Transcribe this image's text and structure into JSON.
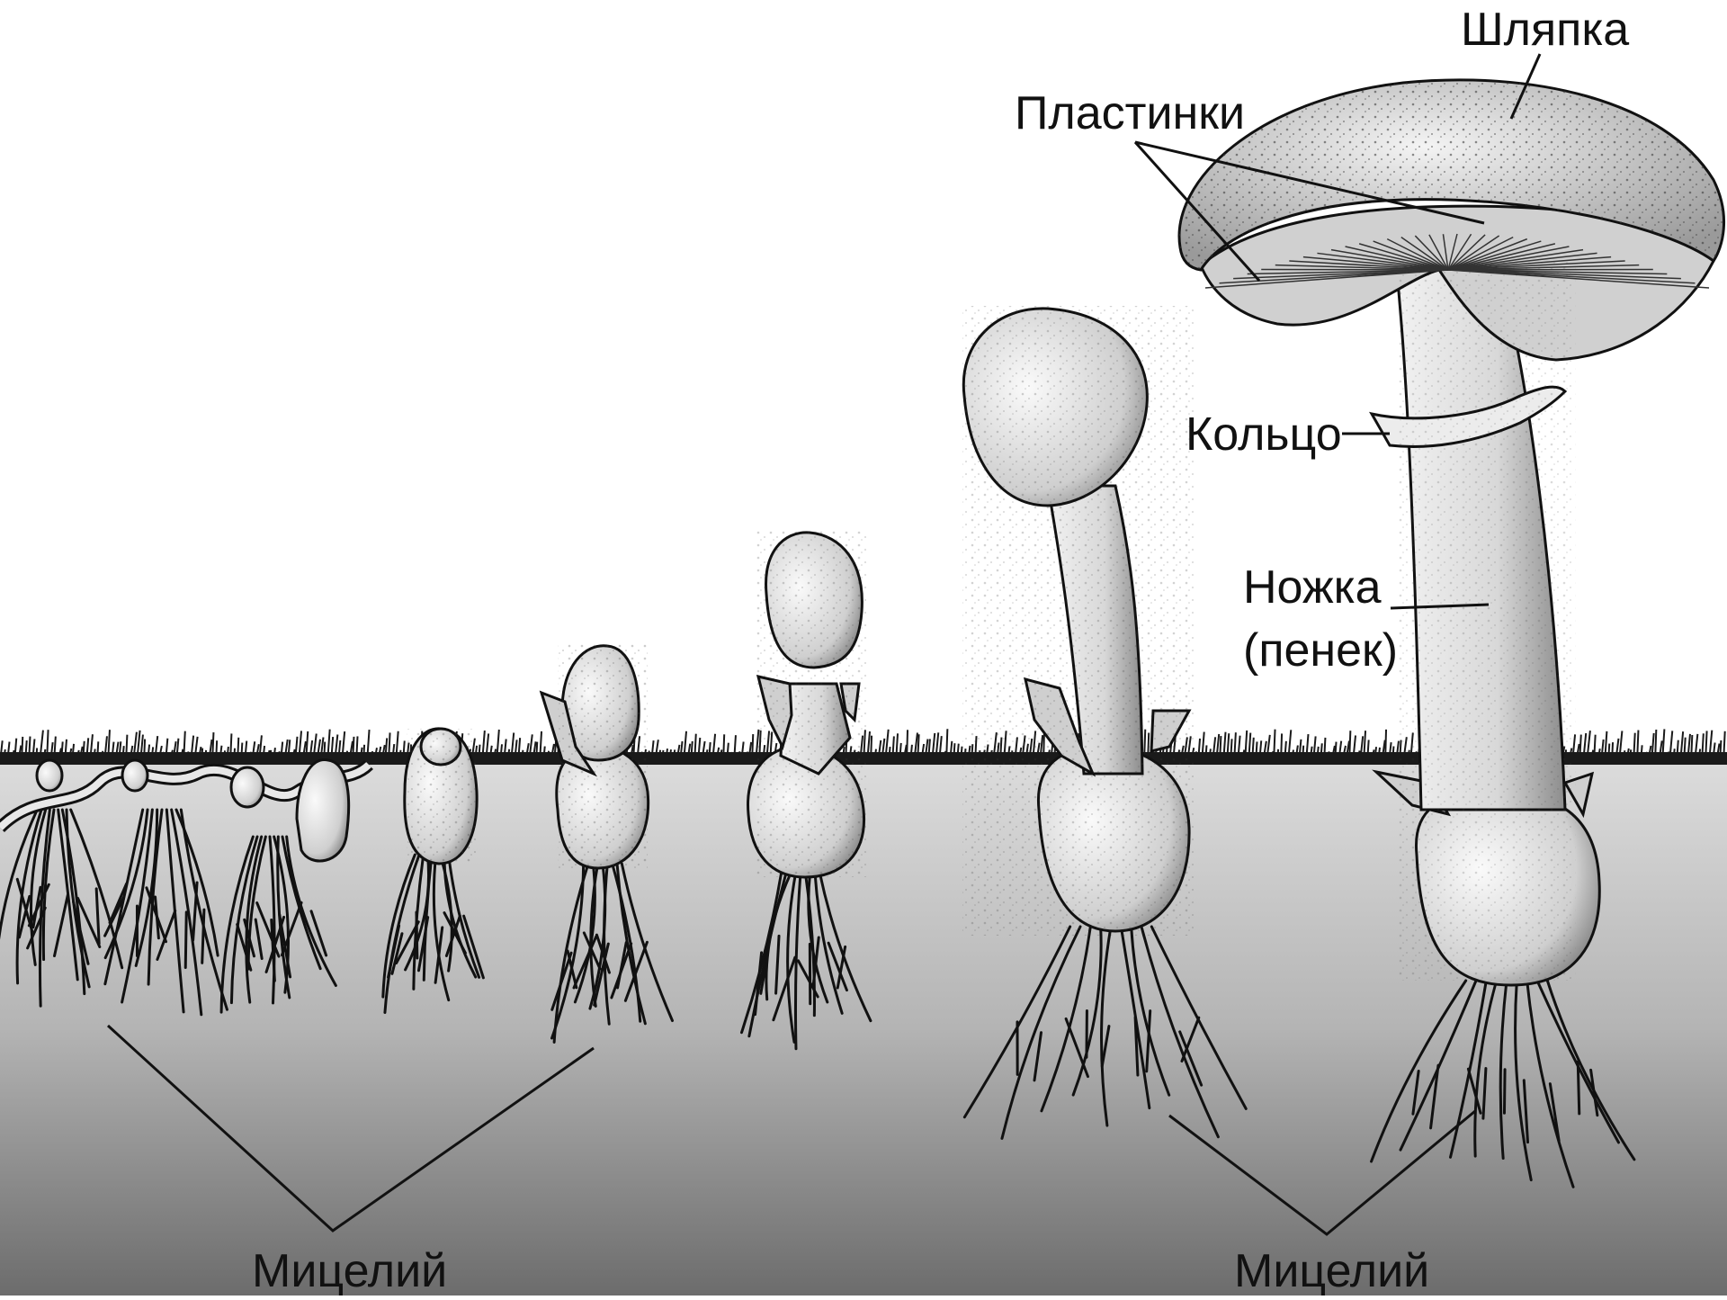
{
  "labels": {
    "cap": "Шляпка",
    "gills": "Пластинки",
    "ring": "Кольцо",
    "stem_line1": "Ножка",
    "stem_line2": "(пенек)",
    "mycelium_left": "Мицелий",
    "mycelium_right": "Мицелий"
  },
  "colors": {
    "sky": "#ffffff",
    "soil_top": "#d9d9d9",
    "soil_bottom": "#707070",
    "grass": "#1a1a1a",
    "fungus_fill": "#e6e6e6",
    "outline": "#111111"
  },
  "stages": [
    {
      "name": "mycelium-knots"
    },
    {
      "name": "primordium"
    },
    {
      "name": "young-button"
    },
    {
      "name": "egg-stage"
    },
    {
      "name": "elongating-fruit-body"
    },
    {
      "name": "mature-mushroom"
    }
  ]
}
